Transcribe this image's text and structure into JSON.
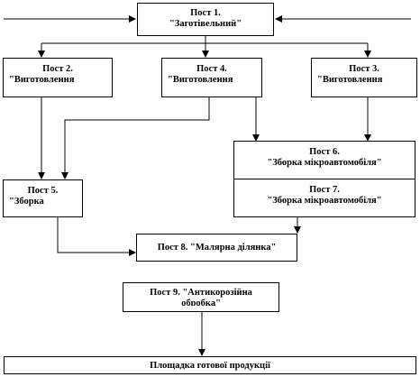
{
  "boxes": {
    "post1": {
      "line1": "Пост 1.",
      "line2": "\"Заготівельний\""
    },
    "post2": {
      "line1": "Пост 2.",
      "line2": "\"Виготовлення"
    },
    "post4": {
      "line1": "Пост 4.",
      "line2": "\"Виготовлення"
    },
    "post3": {
      "line1": "Пост 3.",
      "line2": "\"Виготовлення"
    },
    "post6": {
      "line1": "Пост 6.",
      "line2": "\"Зборка мікроавтомобіля\""
    },
    "post7": {
      "line1": "Пост 7.",
      "line2": "\"Зборка мікроавтомобіля\""
    },
    "post5": {
      "line1": "Пост 5.",
      "line2": "\"Зборка"
    },
    "post8": {
      "line1": "Пост 8.  \"Малярна ділянка\""
    },
    "post9": {
      "line1": "Пост 9.  \"Антикорозійна",
      "line2": "обробка\""
    },
    "finished": {
      "line1": "Площадка  готової продукції"
    }
  }
}
